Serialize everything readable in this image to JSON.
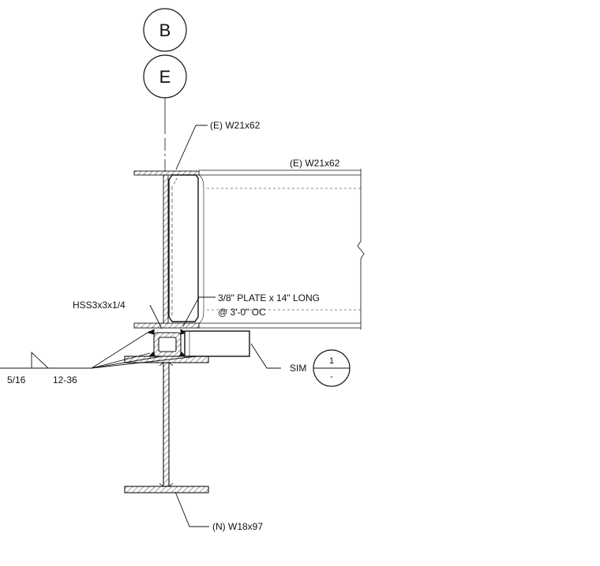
{
  "grid_bubbles": [
    "B",
    "E"
  ],
  "labels": {
    "column_existing": "(E) W21x62",
    "beam_existing": "(E) W21x62",
    "hss": "HSS3x3x1/4",
    "plate_line1": "3/8\" PLATE x 14\" LONG",
    "plate_line2": "@ 3'-0\" OC",
    "sim": "SIM",
    "new_beam": "(N) W18x97"
  },
  "weld_symbol": {
    "size": "5/16",
    "length_pitch": "12-36"
  },
  "section_marker": {
    "number": "1",
    "sheet": "-"
  },
  "colors": {
    "line": "#111111",
    "background": "#ffffff"
  }
}
